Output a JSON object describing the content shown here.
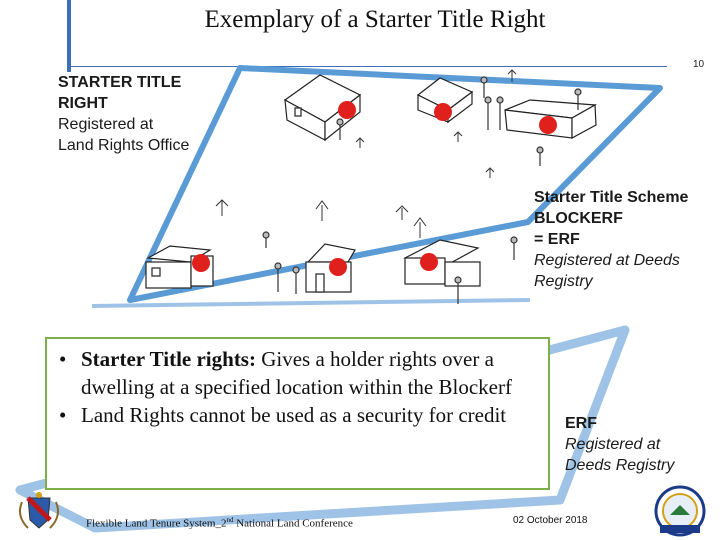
{
  "slide": {
    "title": "Exemplary of a Starter Title Right",
    "page_number": "10"
  },
  "labels": {
    "starter_title_right": {
      "line1": "STARTER TITLE",
      "line2": "RIGHT",
      "line3": "Registered at",
      "line4": "Land Rights Office"
    },
    "scheme": {
      "line1": "Starter Title Scheme",
      "line2": "BLOCKERF",
      "line3": "= ERF",
      "line4": "Registered at Deeds",
      "line5": "Registry"
    },
    "erf": {
      "line1": "ERF",
      "line2": "Registered at",
      "line3": "Deeds Registry"
    }
  },
  "bullets": {
    "b1_bold": "Starter Title rights:",
    "b1_text": " Gives a holder rights over a dwelling at a specified location within the Blockerf",
    "b2_text": "Land Rights cannot be used as a security for credit"
  },
  "footer": {
    "left_prefix": "Flexible Land Tenure System_2",
    "left_sup": "nd",
    "left_suffix": " National Land Conference",
    "date": "02 October 2018"
  },
  "colors": {
    "accent_blue": "#3d6fb8",
    "parcel_blue": "#5b9bd5",
    "marker_red": "#e0201c",
    "box_border": "#7cae4a"
  }
}
